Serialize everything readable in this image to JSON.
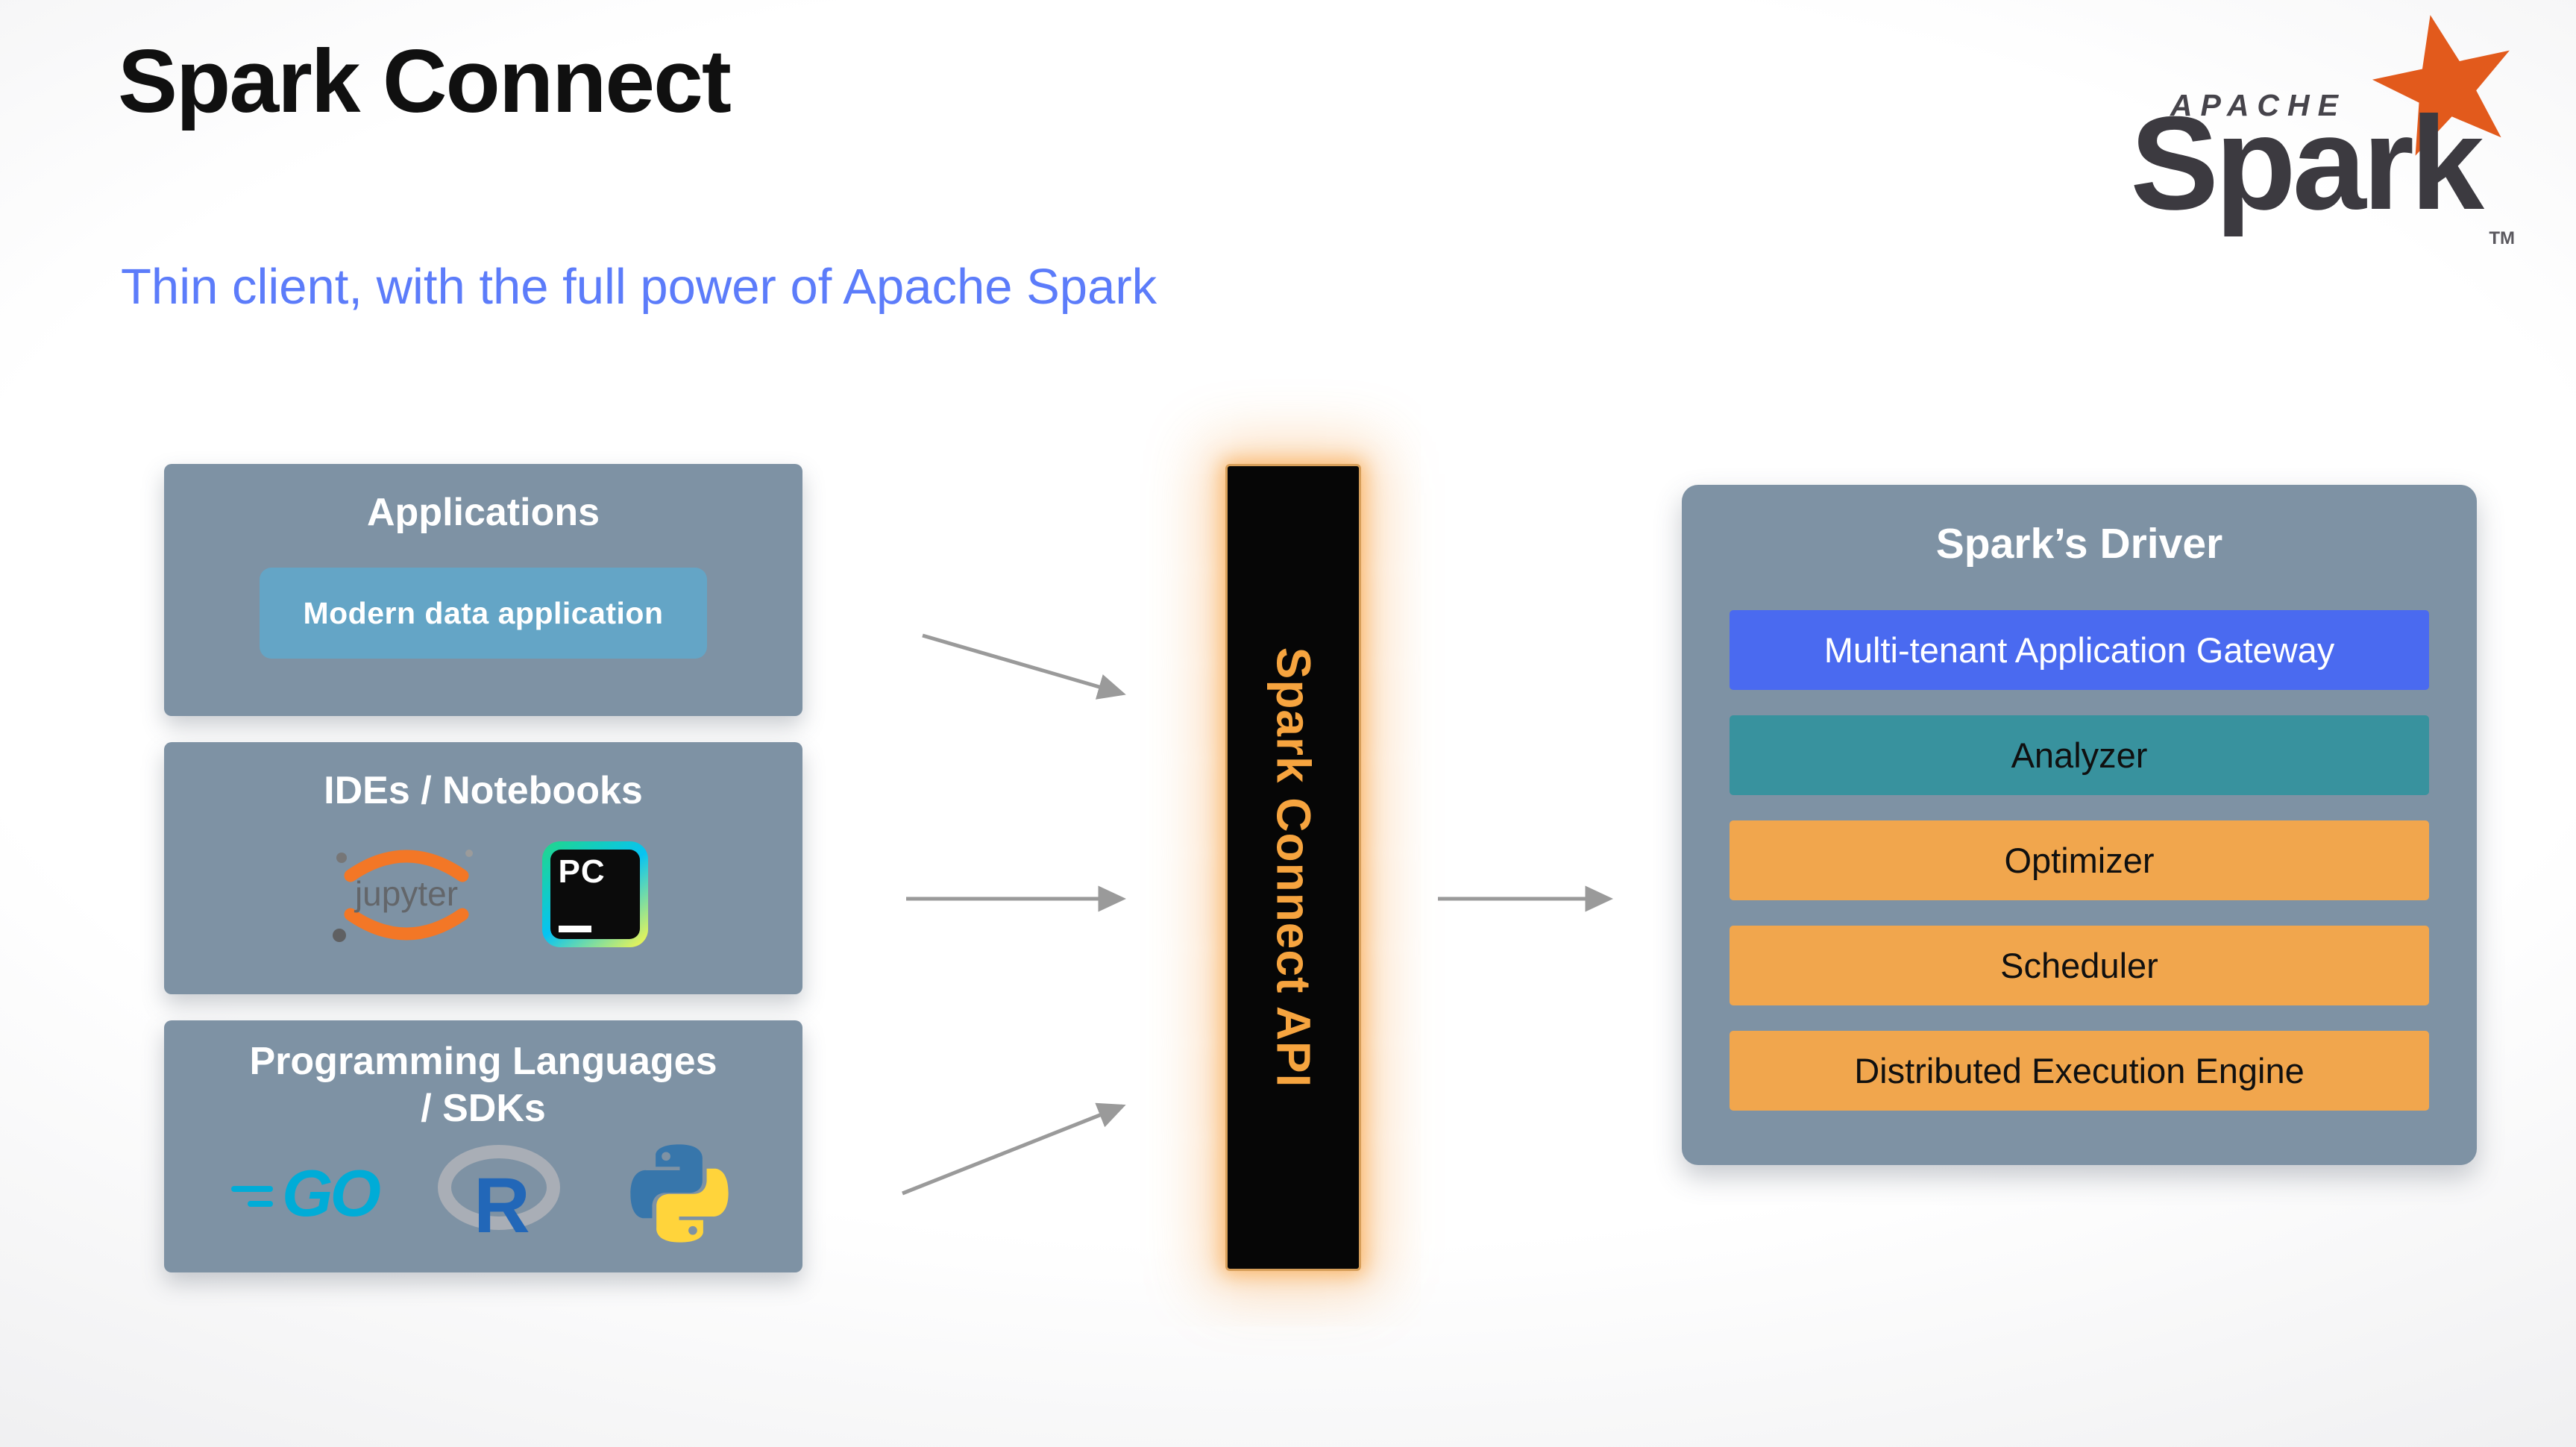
{
  "header": {
    "title": "Spark Connect",
    "subtitle": "Thin client, with the full power of Apache Spark"
  },
  "spark_logo": {
    "apache_text": "APACHE",
    "wordmark": "Spark",
    "trademark": "TM"
  },
  "sources": {
    "applications": {
      "title": "Applications",
      "chip": "Modern data application"
    },
    "ides": {
      "title": "IDEs / Notebooks",
      "jupyter_label": "jupyter",
      "pycharm_label": "PC"
    },
    "languages": {
      "title": "Programming Languages / SDKs",
      "go_label": "GO",
      "r_label": "R"
    }
  },
  "connector": {
    "label": "Spark Connect API"
  },
  "driver": {
    "title": "Spark’s Driver",
    "rows": [
      {
        "label": "Multi-tenant Application Gateway",
        "color": "#4a6af0"
      },
      {
        "label": "Analyzer",
        "color": "#38929e"
      },
      {
        "label": "Optimizer",
        "color": "#f1a64d"
      },
      {
        "label": "Scheduler",
        "color": "#f1a64d"
      },
      {
        "label": "Distributed Execution Engine",
        "color": "#f1a64d"
      }
    ]
  },
  "colors": {
    "subtitle_blue": "#5c7cfa",
    "panel_gray": "#7e92a4",
    "chip_blue": "#64a5c6",
    "connector_background": "#060606",
    "connector_orange": "#f6a43f",
    "arrow_gray": "#9a9a9a",
    "spark_logo_orange": "#e25a1c",
    "spark_logo_gray": "#3c3a40",
    "jupyter_orange": "#f37726",
    "go_cyan": "#00acd7",
    "r_blue": "#2267b8",
    "python_blue": "#3776ab",
    "python_yellow": "#ffd43b"
  }
}
